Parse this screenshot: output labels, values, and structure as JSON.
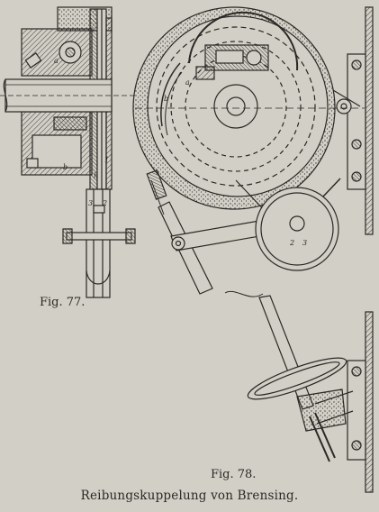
{
  "figures": {
    "fig77": {
      "label": "Fig. 77."
    },
    "fig78": {
      "label": "Fig. 78."
    }
  },
  "caption": "Reibungskuppelung von Brensing.",
  "drawing_labels": {
    "a": "a",
    "b": "b",
    "h": "h",
    "one": "1",
    "two": "2",
    "three": "3",
    "wheel_two": "2",
    "wheel_three": "3",
    "left_b": "b",
    "left_a": "a"
  },
  "colors": {
    "paper": "#d2cfc6",
    "ink": "#2b2926",
    "hatch": "#4a4742"
  }
}
